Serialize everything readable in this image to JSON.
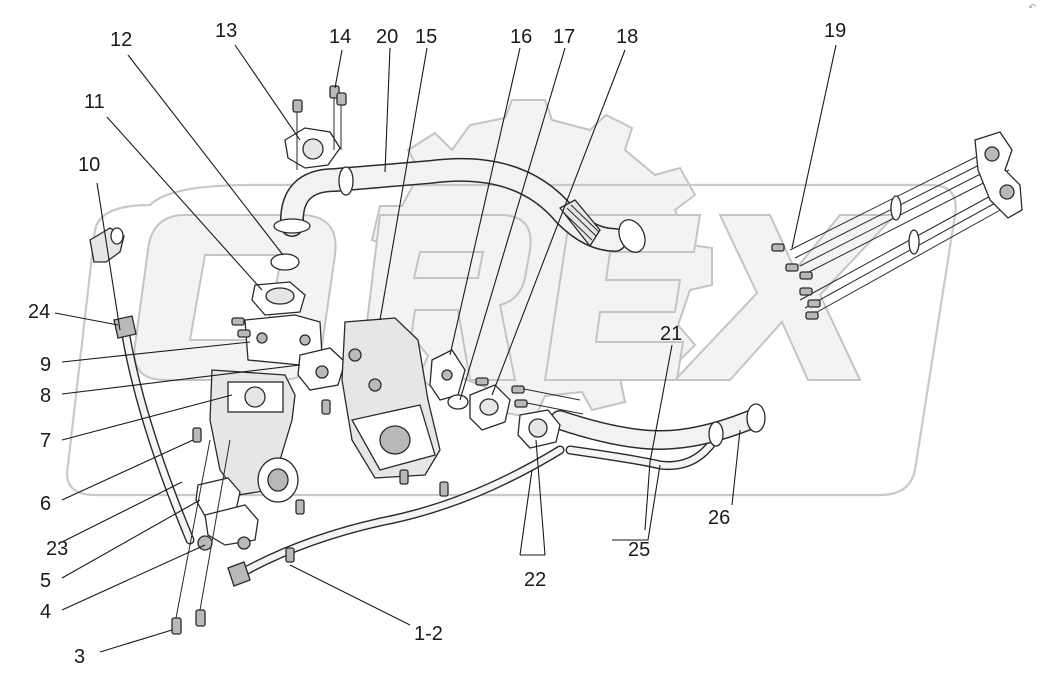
{
  "watermark": {
    "text": "OREX",
    "color": "#c9c9c9"
  },
  "corner_mark": "↶",
  "callouts": [
    {
      "id": "c1-2",
      "text": "1-2"
    },
    {
      "id": "c3",
      "text": "3"
    },
    {
      "id": "c4",
      "text": "4"
    },
    {
      "id": "c5",
      "text": "5"
    },
    {
      "id": "c6",
      "text": "6"
    },
    {
      "id": "c7",
      "text": "7"
    },
    {
      "id": "c8",
      "text": "8"
    },
    {
      "id": "c9",
      "text": "9"
    },
    {
      "id": "c10",
      "text": "10"
    },
    {
      "id": "c11",
      "text": "11"
    },
    {
      "id": "c12",
      "text": "12"
    },
    {
      "id": "c13",
      "text": "13"
    },
    {
      "id": "c14",
      "text": "14"
    },
    {
      "id": "c15",
      "text": "15"
    },
    {
      "id": "c16",
      "text": "16"
    },
    {
      "id": "c17",
      "text": "17"
    },
    {
      "id": "c18",
      "text": "18"
    },
    {
      "id": "c19",
      "text": "19"
    },
    {
      "id": "c20",
      "text": "20"
    },
    {
      "id": "c21",
      "text": "21"
    },
    {
      "id": "c22",
      "text": "22"
    },
    {
      "id": "c23",
      "text": "23"
    },
    {
      "id": "c24",
      "text": "24"
    },
    {
      "id": "c25",
      "text": "25"
    },
    {
      "id": "c26",
      "text": "26"
    }
  ]
}
